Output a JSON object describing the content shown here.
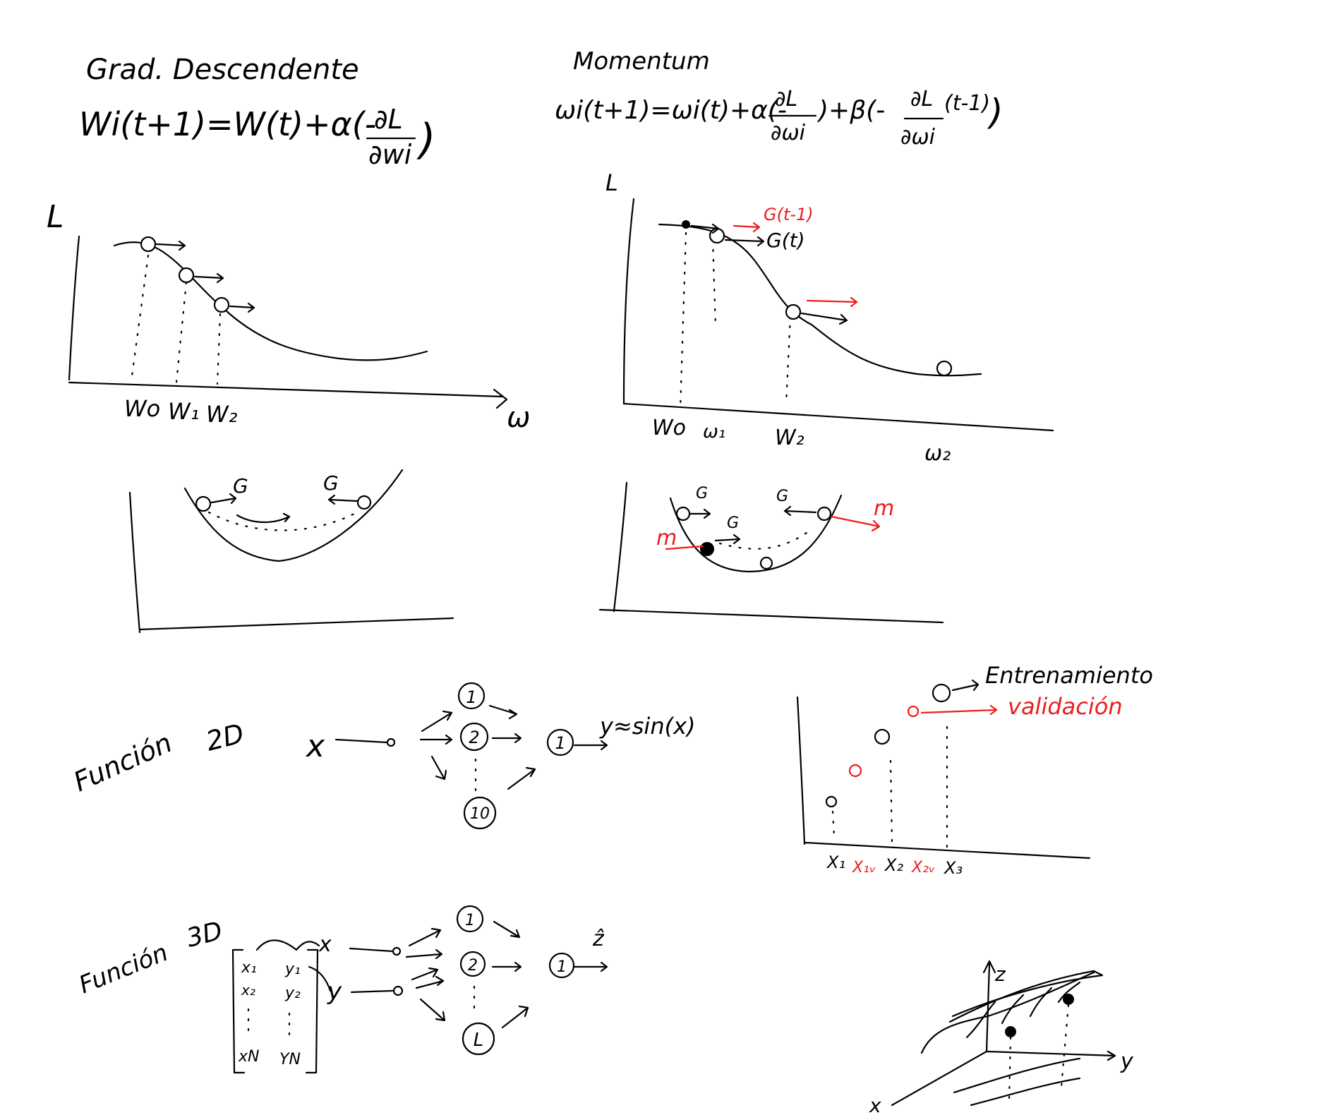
{
  "gradient_descent": {
    "title": "Grad. Descendente",
    "formula_lhs": "Wi(t+1)=W(t)+α(-",
    "formula_num": "∂L",
    "formula_den": "∂wi",
    "formula_close": ")",
    "y_axis": "L",
    "x_axis": "ω",
    "ticks": [
      "Wo",
      "W₁",
      "W₂"
    ],
    "bowl_labels": [
      "G",
      "G"
    ]
  },
  "momentum": {
    "title": "Momentum",
    "formula_part1": "ωi(t+1)=ωi(t)+α(-",
    "formula_num1": "∂L",
    "formula_den1": "∂ωi",
    "formula_part2": ")+β(-",
    "formula_num2": "∂L",
    "formula_after2": "(t-1)",
    "formula_den2": "∂ωi",
    "formula_close": ")",
    "y_axis": "L",
    "ticks": [
      "Wo",
      "ω₁",
      "W₂",
      "ω₂"
    ],
    "grad_prev_label": "G(t-1)",
    "grad_label": "G(t)",
    "bowl_labels": [
      "G",
      "G",
      "G"
    ],
    "momentum_labels": [
      "m",
      "m"
    ]
  },
  "function_2d": {
    "title": "Función",
    "dim": "2D",
    "input": "x",
    "hidden_nodes": [
      "1",
      "2",
      "10"
    ],
    "output_node": "1",
    "output_label": "y≈sin(x)"
  },
  "train_val": {
    "train_label": "Entrenamiento",
    "val_label": "validación",
    "x_ticks": [
      "X₁",
      "X₁ᵥ",
      "X₂",
      "X₂ᵥ",
      "X₃"
    ]
  },
  "function_3d": {
    "title": "Función",
    "dim": "3D",
    "matrix": [
      [
        "x₁",
        "y₁"
      ],
      [
        "x₂",
        "y₂"
      ],
      [
        "xN",
        "YN"
      ]
    ],
    "inputs": [
      "x",
      "y"
    ],
    "hidden_nodes": [
      "1",
      "2",
      "L"
    ],
    "output_node": "1",
    "output_label": "ẑ",
    "axes": [
      "z",
      "y",
      "x"
    ]
  }
}
